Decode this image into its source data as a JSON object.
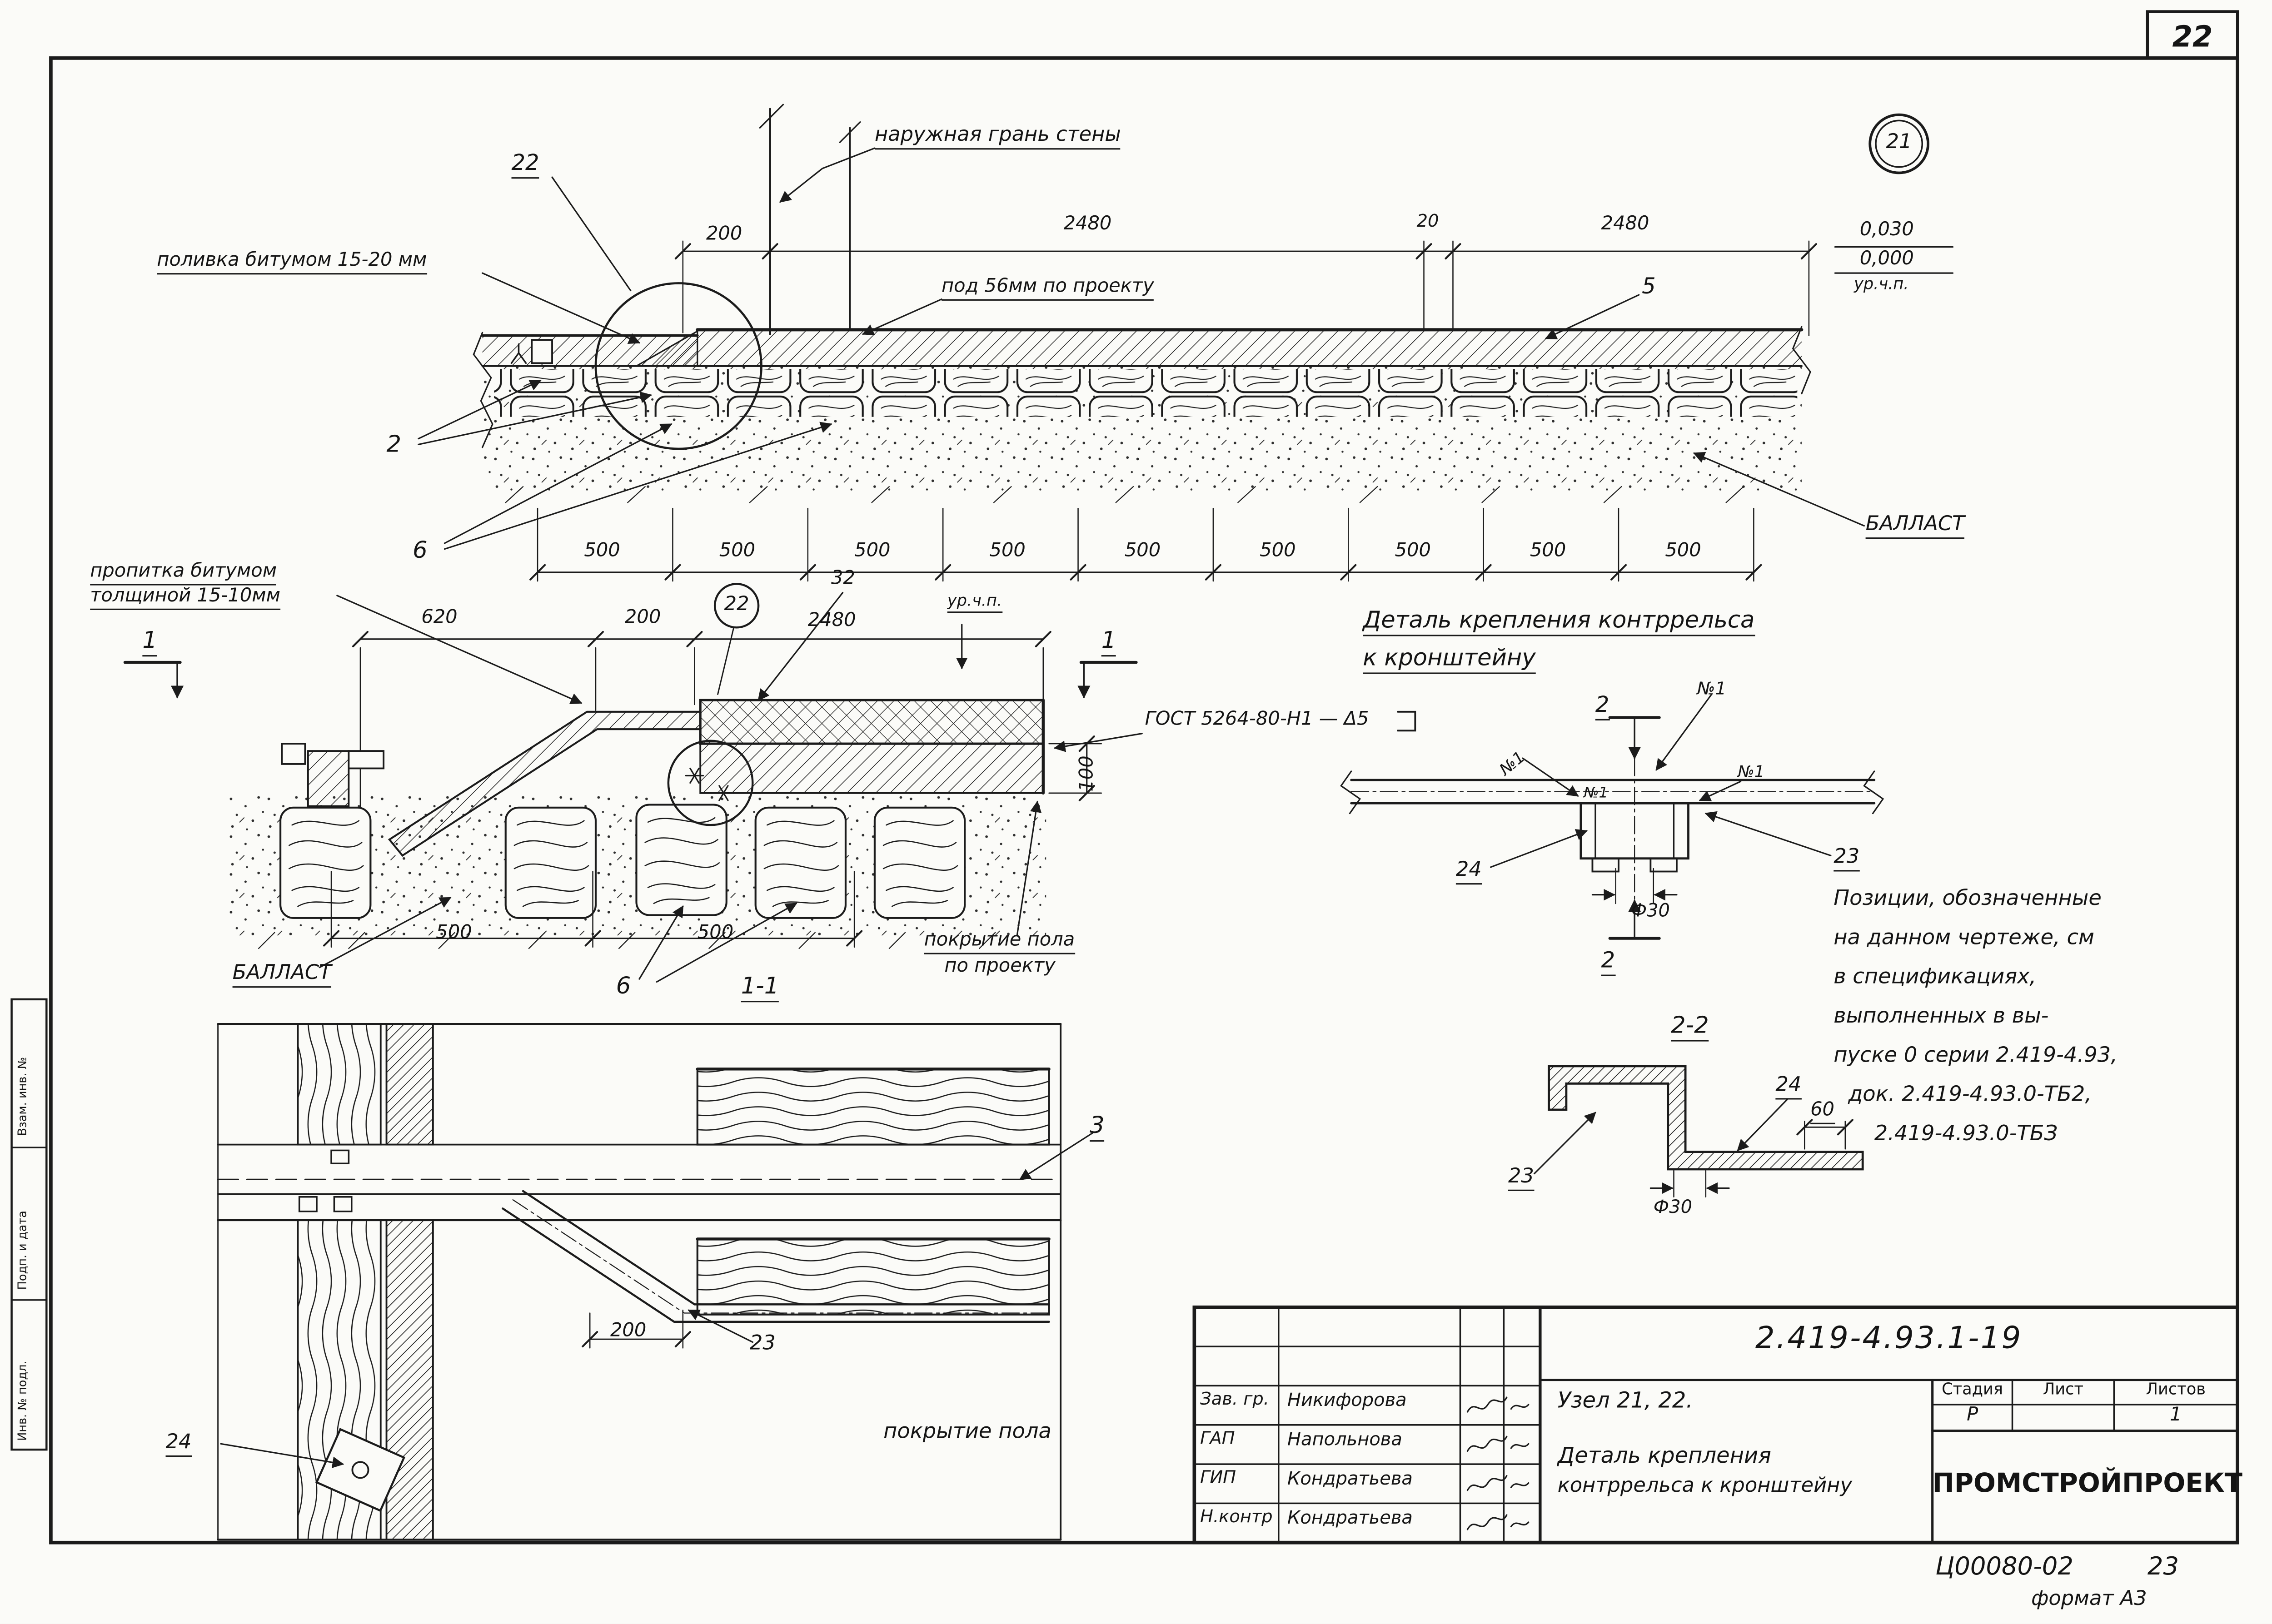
{
  "sheet": {
    "corner_page_number": "22",
    "bubble_21": "21",
    "doc_code": "Ц00080-02",
    "doc_page": "23",
    "format_note": "формат А3"
  },
  "stamp_column": {
    "labels": [
      "Взам. инв. №",
      "Подп. и дата",
      "Инв. № подл."
    ]
  },
  "top_view": {
    "callout_22": "22",
    "wall_face": "наружная грань стены",
    "bitumen": "поливка битумом 15-20 мм",
    "under56": "под 56мм по проекту",
    "ballast": "БАЛЛАСТ",
    "callout_2": "2",
    "callout_5": "5",
    "callout_6": "6",
    "dim_200": "200",
    "dim_2480_left": "2480",
    "dim_20": "20",
    "dim_2480_right": "2480",
    "elev_high": "0,030",
    "elev_zero": "0,000",
    "elev_level": "ур.ч.п.",
    "dims500": [
      "500",
      "500",
      "500",
      "500",
      "500",
      "500",
      "500",
      "500",
      "500"
    ]
  },
  "section_view": {
    "impregnation_line1": "пропитка битумом",
    "impregnation_line2": "толщиной 15-10мм",
    "mark_left": "1",
    "mark_right": "1",
    "dim_620": "620",
    "dim_200": "200",
    "dim_32": "32",
    "dim_2480": "2480",
    "level": "ур.ч.п.",
    "bubble_22": "22",
    "weld_note": "ГОСТ 5264-80-Н1 — Δ5",
    "dim_100": "100",
    "dim_500_a": "500",
    "dim_500_b": "500",
    "ballast": "БАЛЛАСТ",
    "callout_6": "6",
    "section_label": "1-1",
    "floor_line1": "покрытие пола",
    "floor_line2": "по проекту"
  },
  "bracket_detail": {
    "title_line1": "Деталь крепления контррельса",
    "title_line2": "к кронштейну",
    "mark_top": "2",
    "mark_bottom": "2",
    "pos_n1_a": "№1",
    "pos_n1_b": "№1",
    "pos_n1_c": "№1",
    "pos_n1_d": "№1",
    "callout_24": "24",
    "callout_23": "23",
    "dia_30": "Ф30",
    "section_label": "2-2",
    "profile_callout_24": "24",
    "profile_dim_60": "60",
    "profile_callout_23": "23",
    "profile_dia_30": "Ф30"
  },
  "notes": {
    "lines": [
      "Позиции, обозначенные",
      "на данном чертеже, см",
      "в спецификациях,",
      "выполненных в вы-",
      "пуске 0 серии 2.419-4.93,",
      "док. 2.419-4.93.0-ТБ2,",
      "2.419-4.93.0-ТБЗ"
    ]
  },
  "plan_view": {
    "callout_3": "3",
    "dim_200": "200",
    "callout_23": "23",
    "callout_24": "24",
    "floor_label": "покрытие пола"
  },
  "title_block": {
    "drawing_number": "2.419-4.93.1-19",
    "node_title": "Узел 21, 22.",
    "detail_line1": "Деталь крепления",
    "detail_line2": "контррельса к кронштейну",
    "stage_header": "Стадия",
    "sheet_header": "Лист",
    "sheets_header": "Листов",
    "stage_value": "Р",
    "sheets_value": "1",
    "company": "ПРОМСТРОЙПРОЕКТ",
    "rows": [
      {
        "role": "Зав. гр.",
        "name": "Никифорова"
      },
      {
        "role": "ГАП",
        "name": "Напольнова"
      },
      {
        "role": "ГИП",
        "name": "Кондратьева"
      },
      {
        "role": "Н.контр",
        "name": "Кондратьева"
      }
    ]
  }
}
